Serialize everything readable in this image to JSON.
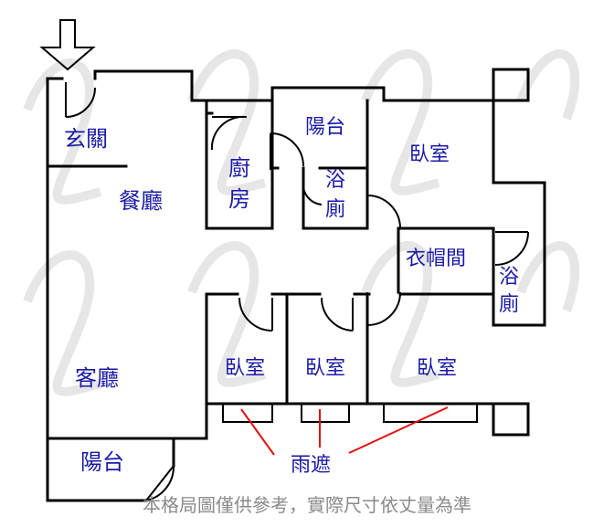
{
  "rooms": {
    "entrance": "玄關",
    "dining": "餐廳",
    "kitchen_1": "廚",
    "kitchen_2": "房",
    "balcony_top": "陽台",
    "bath_left_1": "浴",
    "bath_left_2": "廁",
    "bedroom_main": "臥室",
    "closet": "衣帽間",
    "bath_right_1": "浴",
    "bath_right_2": "廁",
    "living": "客廳",
    "bedroom_1": "臥室",
    "bedroom_2": "臥室",
    "bedroom_3": "臥室",
    "balcony_bottom": "陽台"
  },
  "annotations": {
    "rain_shelter": "雨遮"
  },
  "disclaimer": "本格局圖僅供參考，實際尺寸依丈量為準",
  "colors": {
    "room_label": "#1a1aa6",
    "annotation_line": "#e01010",
    "disclaimer": "#8a8a8a"
  }
}
